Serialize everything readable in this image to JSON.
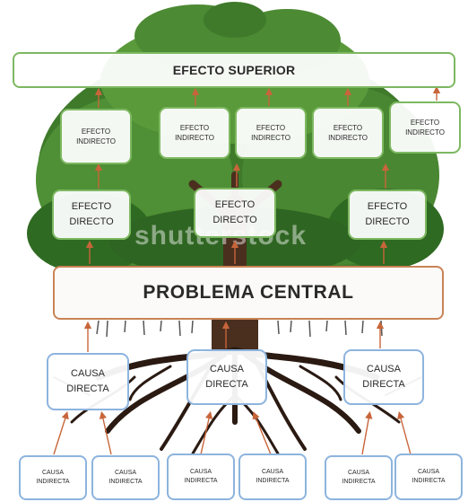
{
  "effect_top": "EFECTO SUPERIOR",
  "indirect_effects": [
    "EFECTO\nINDIRECTO",
    "EFECTO\nINDIRECTO",
    "EFECTO\nINDIRECTO",
    "EFECTO\nINDIRECTO",
    "EFECTO\nINDIRECTO"
  ],
  "direct_effects": [
    "EFECTO\nDIRECTO",
    "EFECTO\nDIRECTO",
    "EFECTO\nDIRECTO"
  ],
  "central_problem": "PROBLEMA CENTRAL",
  "direct_causes": [
    "CAUSA\nDIRECTA",
    "CAUSA\nDIRECTA",
    "CAUSA\nDIRECTA"
  ],
  "indirect_causes": [
    "CAUSA\nINDIRECTA",
    "CAUSA\nINDIRECTA",
    "CAUSA\nINDIRECTA",
    "CAUSA\nINDIRECTA",
    "CAUSA\nINDIRECTA",
    "CAUSA\nINDIRECTA"
  ],
  "watermark": "shutterstock",
  "colors": {
    "foliage": "#3f7a2b",
    "trunk": "#4a2f1f",
    "effect_border": "#7db861",
    "problem_border": "#c98356",
    "cause_border": "#8db4de",
    "arrow": "#c8653a"
  }
}
